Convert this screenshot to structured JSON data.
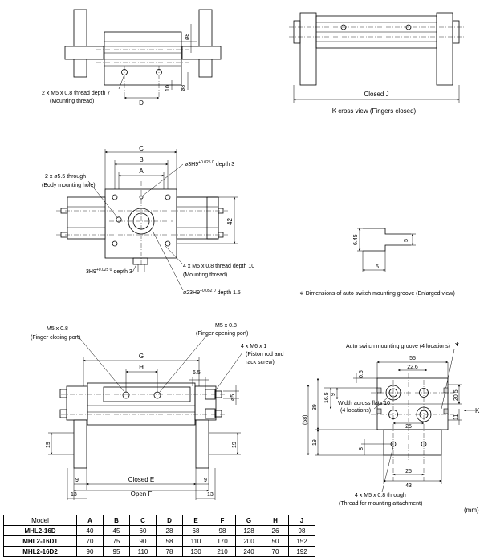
{
  "top_left_view": {
    "dims": {
      "d8_top": "ø8",
      "d8_bot": "ø8",
      "ten": "10",
      "D": "D"
    },
    "callout_line1": "2 x M5 x 0.8 thread depth 7",
    "callout_line2": "(Mounting thread)"
  },
  "top_right_view": {
    "dim_closed_j": "Closed J",
    "caption": "K cross view (Fingers closed)"
  },
  "middle_left_view": {
    "dims": {
      "C": "C",
      "B": "B",
      "A": "A",
      "d42": "42"
    },
    "callout_ref_hole": "ø3H9",
    "callout_ref_hole_tol": "+0.025 0",
    "callout_ref_hole_depth": "depth 3",
    "callout_through_1": "2 x ø5.5 through",
    "callout_through_2": "(Body mounting hole)",
    "callout_groove": "3H9",
    "callout_groove_tol": "+0.025 0",
    "callout_groove_depth": "depth 3",
    "callout_m4_1": "4 x M5 x 0.8 thread depth 10",
    "callout_m4_2": "(Mounting thread)",
    "callout_d23": "ø23H9",
    "callout_d23_tol": "+0.052 0",
    "callout_d23_depth": "depth 1.5"
  },
  "middle_right_view": {
    "dims": {
      "d645": "6.45",
      "d5a": "5",
      "d5b": "5"
    },
    "caption": "∗ Dimensions of auto switch mounting groove (Enlarged view)"
  },
  "bottom_left_view": {
    "port_close_1": "M5 x 0.8",
    "port_close_2": "(Finger closing port)",
    "port_open_1": "M5 x 0.8",
    "port_open_2": "(Finger opening port)",
    "screw_1": "4 x M6 x 1",
    "screw_2": "(Piston rod and",
    "screw_3": "rack screw)",
    "dims": {
      "G": "G",
      "H": "H",
      "d65": "6.5",
      "d5": "ø5",
      "d19l": "19",
      "d19r": "19",
      "d9l": "9",
      "d9r": "9",
      "d13l": "13",
      "d13r": "13",
      "closedE": "Closed E",
      "openF": "Open F"
    }
  },
  "bottom_right_view": {
    "groove_title": "Auto switch mounting groove (4 locations)",
    "groove_star": "∗",
    "width_across_1": "Width across flats 10",
    "width_across_2": "(4 locations)",
    "mount_1": "4 x M5 x 0.8 through",
    "mount_2": "(Thread for mounting attachment)",
    "K": "K",
    "dims": {
      "d55": "55",
      "d226": "22.6",
      "d05": "0.5",
      "d9": "9",
      "d165": "16.5",
      "d39": "39",
      "d58": "(58)",
      "d19": "19",
      "d8": "8",
      "d25a": "25",
      "d25b": "25",
      "d43": "43",
      "d205": "20.5",
      "d11": "11"
    }
  },
  "table": {
    "units": "(mm)",
    "headers": [
      "Model",
      "A",
      "B",
      "C",
      "D",
      "E",
      "F",
      "G",
      "H",
      "J"
    ],
    "rows": [
      {
        "model": "MHL2-16D",
        "values": [
          "40",
          "45",
          "60",
          "28",
          "68",
          "98",
          "128",
          "26",
          "98"
        ]
      },
      {
        "model": "MHL2-16D1",
        "values": [
          "70",
          "75",
          "90",
          "58",
          "110",
          "170",
          "200",
          "50",
          "152"
        ]
      },
      {
        "model": "MHL2-16D2",
        "values": [
          "90",
          "95",
          "110",
          "78",
          "130",
          "210",
          "240",
          "70",
          "192"
        ]
      }
    ]
  }
}
